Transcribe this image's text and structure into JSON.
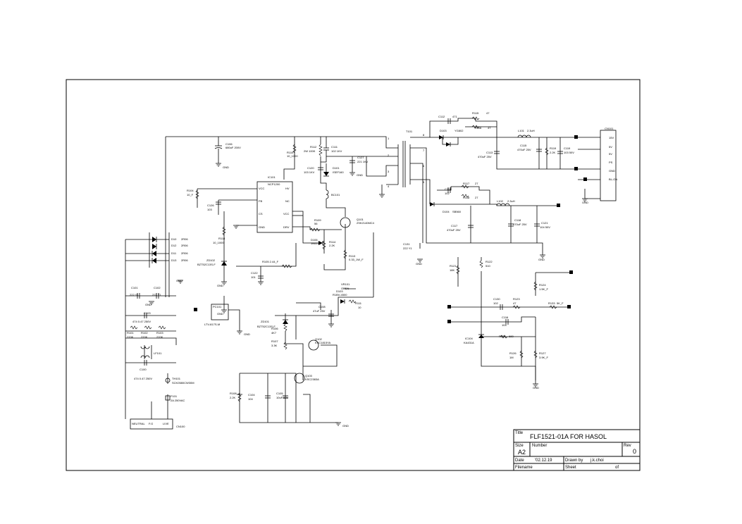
{
  "title_block": {
    "title_label": "Title",
    "title": "FLF1521-01A FOR HASOL",
    "size_label": "Size",
    "size": "A2",
    "number_label": "Number",
    "rev_label": "Rev",
    "rev": "0",
    "date_label": "Date",
    "date": "'02.12.19",
    "drawn_by_label": "Drawn by",
    "drawn_by": "j.k.choi",
    "filename_label": "Filename",
    "sheet_label": "Sheet",
    "sheet_of": "of"
  },
  "labels": {
    "c106": "C106",
    "c106v": "680uF 200V",
    "r110": "R110",
    "r110v": "10_1000",
    "r112": "R112",
    "r112v": "2W 100K",
    "c111": "C111",
    "c111v": "102 1KV",
    "c120": "C120",
    "c120v": "103 1KV",
    "d101": "D101",
    "d101v": "ISEF160",
    "c127": "C127",
    "c127v": "221 1KV",
    "bc101": "BC101",
    "t101": "T101",
    "ic101": "IC101",
    "ic101v": "NCP1200",
    "vcc": "VCC",
    "fb": "FB",
    "cs": "CS",
    "gnd_pin": "GND",
    "hv": "HV",
    "nc": "NC",
    "drv": "DRV",
    "r104": "R104",
    "r104v": "10_F",
    "c126": "C126",
    "c126v": "103",
    "r109": "R109",
    "r109v": "56",
    "d106": "D106",
    "d106v": "1N4148",
    "r114": "R114",
    "r114v": "2.2K",
    "q101": "Q101",
    "q101v": "2SK2140MC4",
    "r113": "R113",
    "r113v": "0.33_1W_F",
    "r105": "R105 2.44_F",
    "c122": "C122",
    "c122v": "101",
    "r118": "R118",
    "r118v": "10_1000",
    "zd102": "ZD102",
    "zd102v": "BZT52C13S-F",
    "d1": "D10",
    "d1v": "2R06",
    "d2": "D12",
    "d2v": "2R06",
    "d3": "D11",
    "d3v": "2R06",
    "d4": "D13",
    "d4v": "2R06",
    "c101": "C101",
    "c101v": "222 Y1",
    "c102": "C102",
    "c102v": "222 Y1",
    "c103": "C103",
    "c103v": "474 0.47 250V",
    "r101": "R101",
    "r101v": "220K",
    "r102": "R102",
    "r102v": "220K",
    "r103": "R103",
    "r103v": "220K",
    "lf101": "LF101",
    "c100": "C100",
    "c100v": "474 0.47 250V",
    "th101": "TH101",
    "th101v": "SCK0580CW30M",
    "f101": "F101",
    "f101v": "2A 250VAC",
    "cn100": "CN100",
    "cn_neutral": "NEUTRAL",
    "cn_fg": "F.G",
    "cn_live": "LIVE",
    "pc101": "PC101",
    "pc101v": "LTV-817S-M",
    "zd101": "ZD101",
    "zd101v": "BZT52C13S-F",
    "r106": "R106",
    "r106v": "4K7",
    "r107": "R107",
    "r107v": "3.3K",
    "q102": "Q102",
    "q102v": "KSC1815YA",
    "q103": "Q103",
    "q103v": "KSC2383A",
    "r108": "R108",
    "r108v": "2.2K",
    "c104": "C104",
    "c104v": "104",
    "c105": "C105",
    "c105v": "10uF 50V",
    "c108": "C108",
    "c108v": "47uF 25V",
    "d103": "D103",
    "d103v": "R1BV-4500",
    "vr101": "VR101",
    "vr101v": "OPEN",
    "r111": "R111",
    "r111v": "10",
    "c112": "C112",
    "c112v": "471",
    "r115": "R115",
    "r115v": "47",
    "r116": "R116",
    "r116v": "47",
    "d103b": "D103",
    "d103bv": "YG802",
    "l101": "L101",
    "l101v": "2.3uH",
    "c113": "C113",
    "c113v": "470uF 25V",
    "c115": "C115",
    "c115v": "470uF 25V",
    "r119": "R119",
    "r119v": "2.2K",
    "c119": "C119",
    "c119v": "103 50V",
    "cn101": "CN101",
    "cn_15v": "15V",
    "cn_5v": "5V",
    "cn_5v2": "5V",
    "cn_ps": "PS",
    "cn_gnd": "GND",
    "cn_blon": "BL-ON",
    "c114": "C114",
    "c114v": "102",
    "r117": "R117",
    "r117v": "27",
    "r118b": "R118",
    "r118bv": "27",
    "d104": "D104",
    "d104v": "SB560",
    "l102": "L102",
    "l102v": "2.3uH",
    "c117": "C117",
    "c117v": "470uF 25V",
    "c118": "C118",
    "c118v": "470uF 25V",
    "c121": "C121",
    "c121v": "104 50V",
    "c131": "C131",
    "c131v": "222 Y1",
    "r121": "R121",
    "r121v": "18K",
    "r122": "R122",
    "r122v": "510",
    "r124": "R124",
    "r124v": "1.5K_F",
    "c130": "C130",
    "c130v": "102",
    "r123": "R123",
    "r123v": "47",
    "r133": "R133",
    "r133v": "5K_F",
    "c116": "C116",
    "c116v": "104",
    "ic104": "IC104",
    "ic104v": "KA431A",
    "r125": "R125",
    "r125v": "680",
    "r126": "R126",
    "r126v": "1M",
    "r127": "R127",
    "r127v": "3.9K_F",
    "gnd": "GND",
    "pin1": "1",
    "pin2": "2",
    "pin3": "3",
    "pin4": "4",
    "pin5": "5",
    "pin6": "6",
    "pin7": "7",
    "pin8": "8"
  }
}
